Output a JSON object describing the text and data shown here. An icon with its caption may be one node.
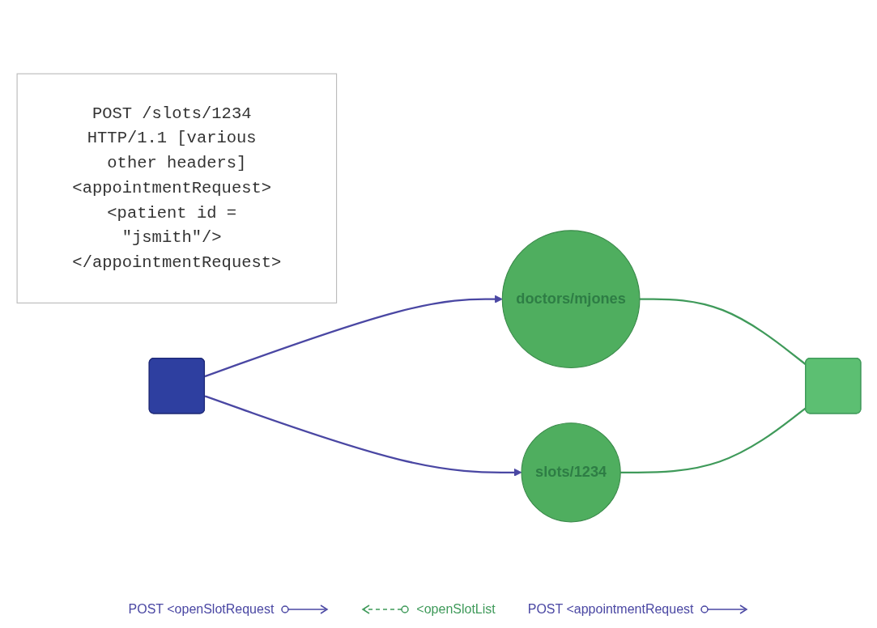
{
  "diagram": {
    "nodes": [
      {
        "text": [
          "POST /slots/1234 HTTP/1.1 [various other headers]",
          "<appointmentRequest> <patient id = \"jsmith\"/> </appointmentRequest>"
        ]
      },
      {
        "text": [],
        "shape": "box"
      },
      {
        "text": [
          "doctors/mjones"
        ]
      },
      {
        "text": [
          "slots/1234"
        ]
      },
      {
        "text": [],
        "shape": "box"
      }
    ],
    "edges": [
      {
        "from": 1,
        "to": 2,
        "arrow": "to",
        "color": "#4a47a3"
      },
      {
        "from": 2,
        "to": 4,
        "arrow": "none",
        "color": "#3f9a5a"
      },
      {
        "from": 1,
        "to": 3,
        "arrow": "to",
        "color": "#4a47a3"
      },
      {
        "from": 3,
        "to": 4,
        "arrow": "none",
        "color": "#3f9a5a"
      }
    ],
    "labels": [
      "POST <openSlotRequest",
      "<openSlotList",
      "POST <appointmentRequest"
    ]
  }
}
